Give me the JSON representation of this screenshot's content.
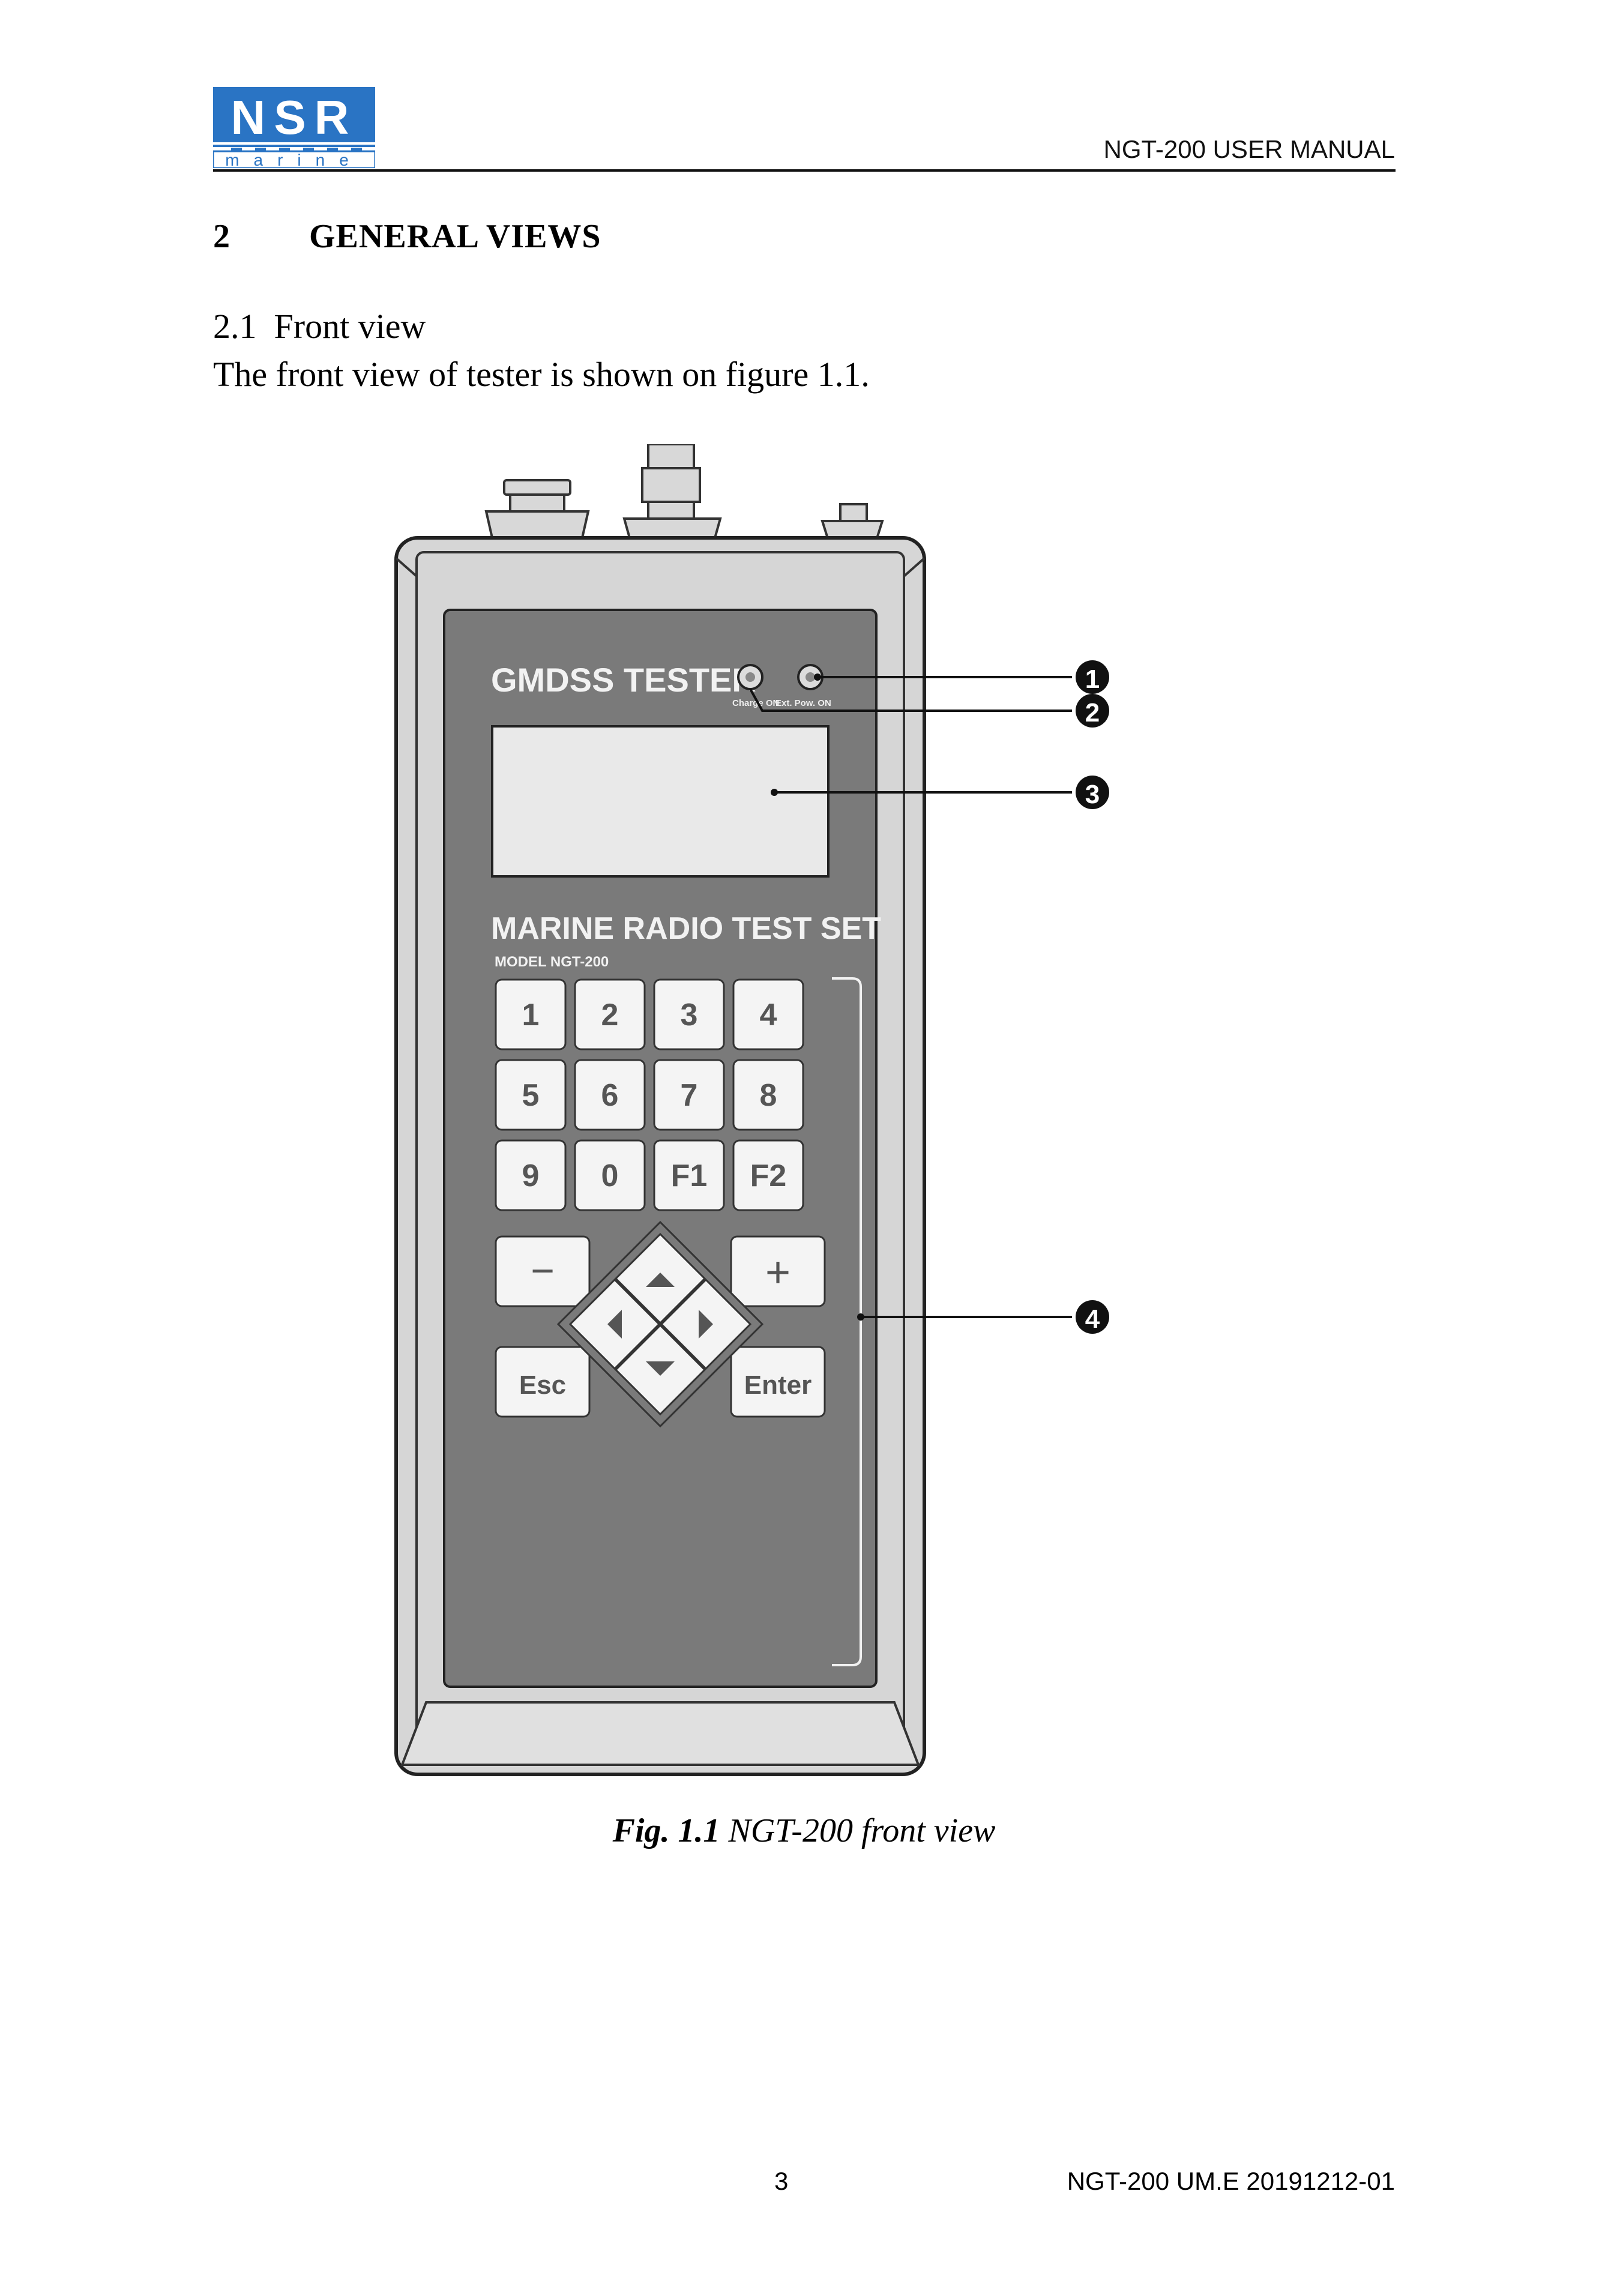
{
  "header": {
    "logo_top": "NSR",
    "logo_bottom": "marine",
    "title": "NGT-200 USER MANUAL"
  },
  "section": {
    "number": "2",
    "title": "GENERAL VIEWS"
  },
  "subsection": {
    "heading": "2.1  Front view",
    "body": "The front view of tester is shown on figure 1.1."
  },
  "device": {
    "brand_label": "GMDSS TESTER",
    "led_charge_label": "Charge ON",
    "led_ext_label": "Ext. Pow. ON",
    "product_label": "MARINE RADIO TEST SET",
    "model_label": "MODEL NGT-200",
    "keys": [
      "1",
      "2",
      "3",
      "4",
      "5",
      "6",
      "7",
      "8",
      "9",
      "0",
      "F1",
      "F2"
    ],
    "key_minus": "−",
    "key_plus": "+",
    "key_esc": "Esc",
    "key_enter": "Enter",
    "callouts": [
      "1",
      "2",
      "3",
      "4"
    ]
  },
  "figure": {
    "caption_bold": "Fig. 1.1",
    "caption_rest": " NGT-200 front view"
  },
  "footer": {
    "page_number": "3",
    "doc_code": "NGT-200 UM.E 20191212-01"
  }
}
